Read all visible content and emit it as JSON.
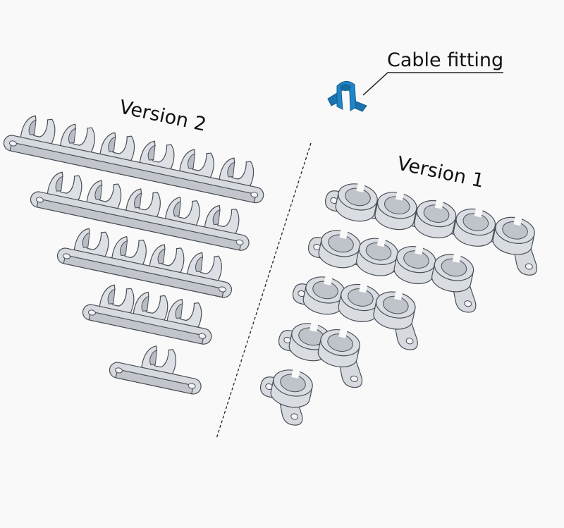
{
  "labels": {
    "cable_fitting": "Cable fitting",
    "version2": "Version 2",
    "version1": "Version 1"
  },
  "colors": {
    "background": "#f9f9f9",
    "part_gray": "#d6d9de",
    "edge": "#4a4f57",
    "fitting_blue": "#1f86c8",
    "text": "#111111"
  },
  "version2": {
    "clip_counts": [
      6,
      5,
      4,
      3,
      1
    ]
  },
  "version1": {
    "clip_counts": [
      5,
      4,
      3,
      2,
      1
    ]
  }
}
